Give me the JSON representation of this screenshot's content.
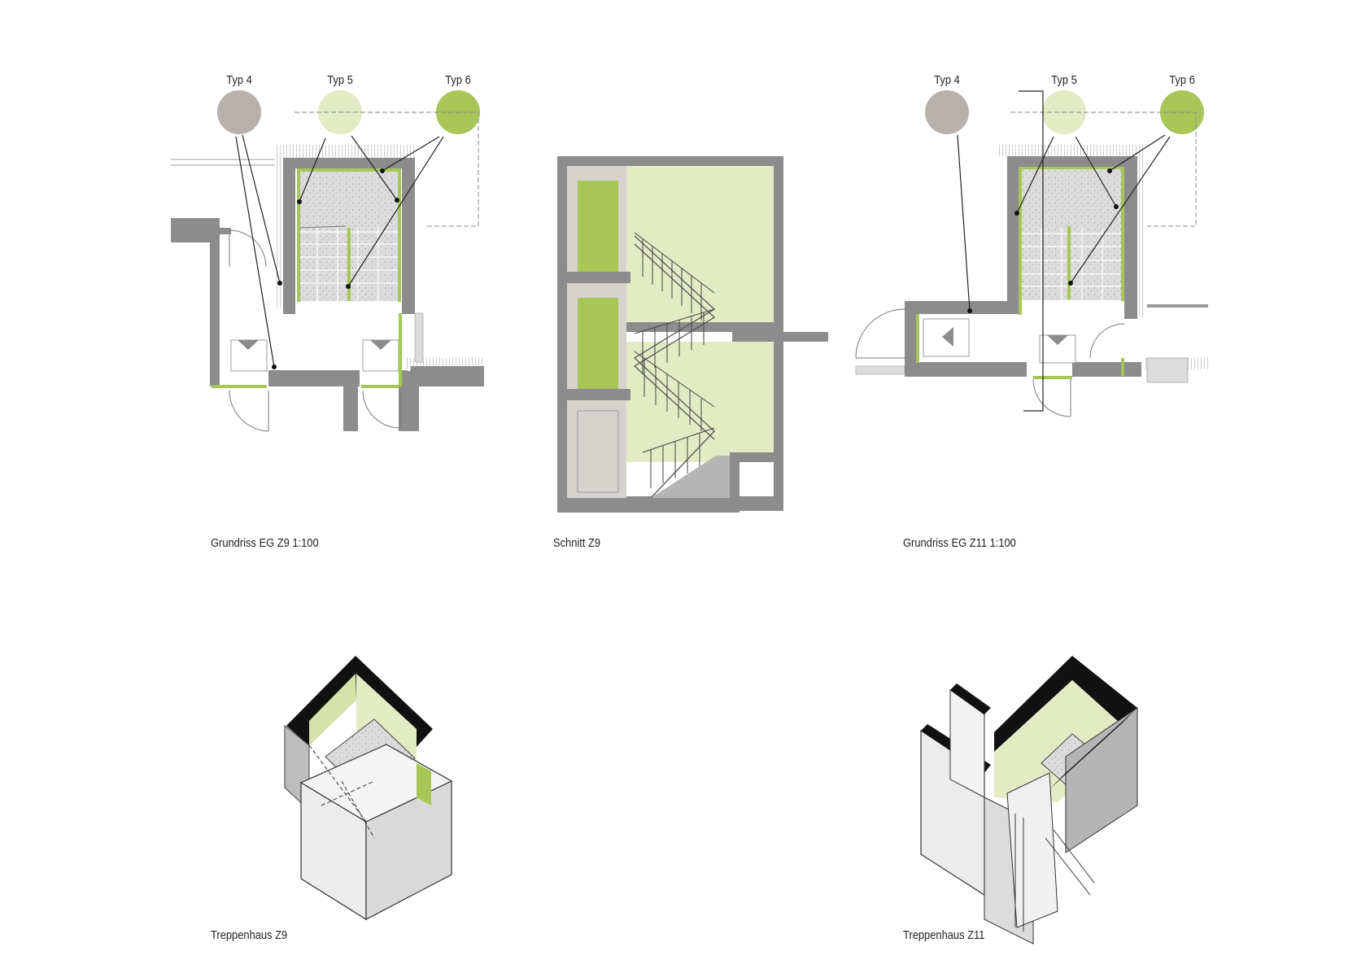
{
  "legend": {
    "typ4": "Typ 4",
    "typ5": "Typ 5",
    "typ6": "Typ 6"
  },
  "captions": {
    "grundriss_z9": "Grundriss EG Z9  1:100",
    "schnitt_z9": "Schnitt Z9",
    "grundriss_z11": "Grundriss EG Z11  1:100",
    "treppenhaus_z9": "Treppenhaus Z9",
    "treppenhaus_z11": "Treppenhaus Z11"
  },
  "colors": {
    "typ4": "#b6b1ac",
    "typ5": "#e2ebc4",
    "typ6": "#a8c657",
    "wall": "#8c8c8c",
    "black": "#111111"
  },
  "icons": [
    "floor-plan",
    "section",
    "isometric"
  ]
}
